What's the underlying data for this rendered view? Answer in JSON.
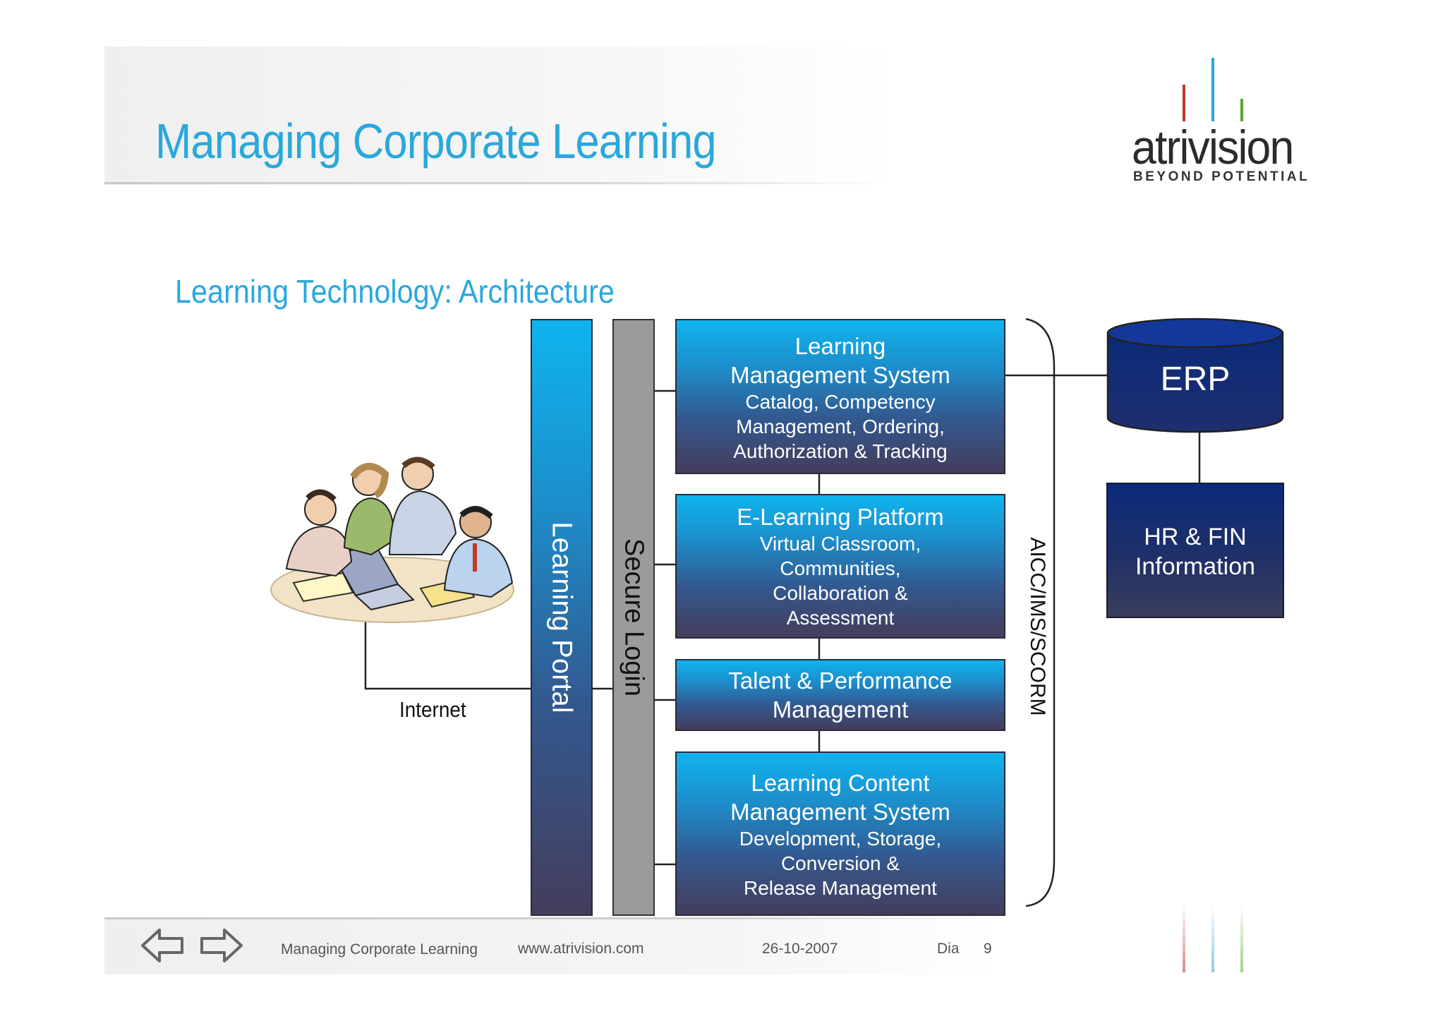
{
  "slide": {
    "title": "Managing Corporate Learning",
    "subtitle": "Learning Technology: Architecture"
  },
  "logo": {
    "wordmark": "atrivision",
    "tagline": "BEYOND POTENTIAL",
    "bar_colors": [
      "#c0392b",
      "#2aa8dc",
      "#5aa832"
    ]
  },
  "diagram": {
    "internet_label": "Internet",
    "learning_portal": "Learning Portal",
    "secure_login": "Secure Login",
    "standards_label": "AICC/IMS/SCORM",
    "lms": {
      "title_line1": "Learning",
      "title_line2": "Management  System",
      "body_line1": "Catalog, Competency",
      "body_line2": "Management, Ordering,",
      "body_line3": "Authorization & Tracking"
    },
    "elearning": {
      "title": "E-Learning Platform",
      "body_line1": "Virtual Classroom,",
      "body_line2": "Communities,",
      "body_line3": "Collaboration &",
      "body_line4": "Assessment"
    },
    "talent": {
      "title_line1": "Talent & Performance",
      "title_line2": "Management"
    },
    "lcms": {
      "title_line1": "Learning Content",
      "title_line2": "Management System",
      "body_line1": "Development, Storage,",
      "body_line2": "Conversion &",
      "body_line3": "Release Management"
    },
    "erp": "ERP",
    "hr_fin_line1": "HR & FIN",
    "hr_fin_line2": "Information"
  },
  "footer": {
    "title": "Managing Corporate Learning",
    "url": "www.atrivision.com",
    "date": "26-10-2007",
    "slide_label": "Dia",
    "slide_number": "9"
  },
  "icons": {
    "back": "arrow-left-outline-icon",
    "forward": "arrow-right-outline-icon",
    "people": "business-team-clipart"
  }
}
